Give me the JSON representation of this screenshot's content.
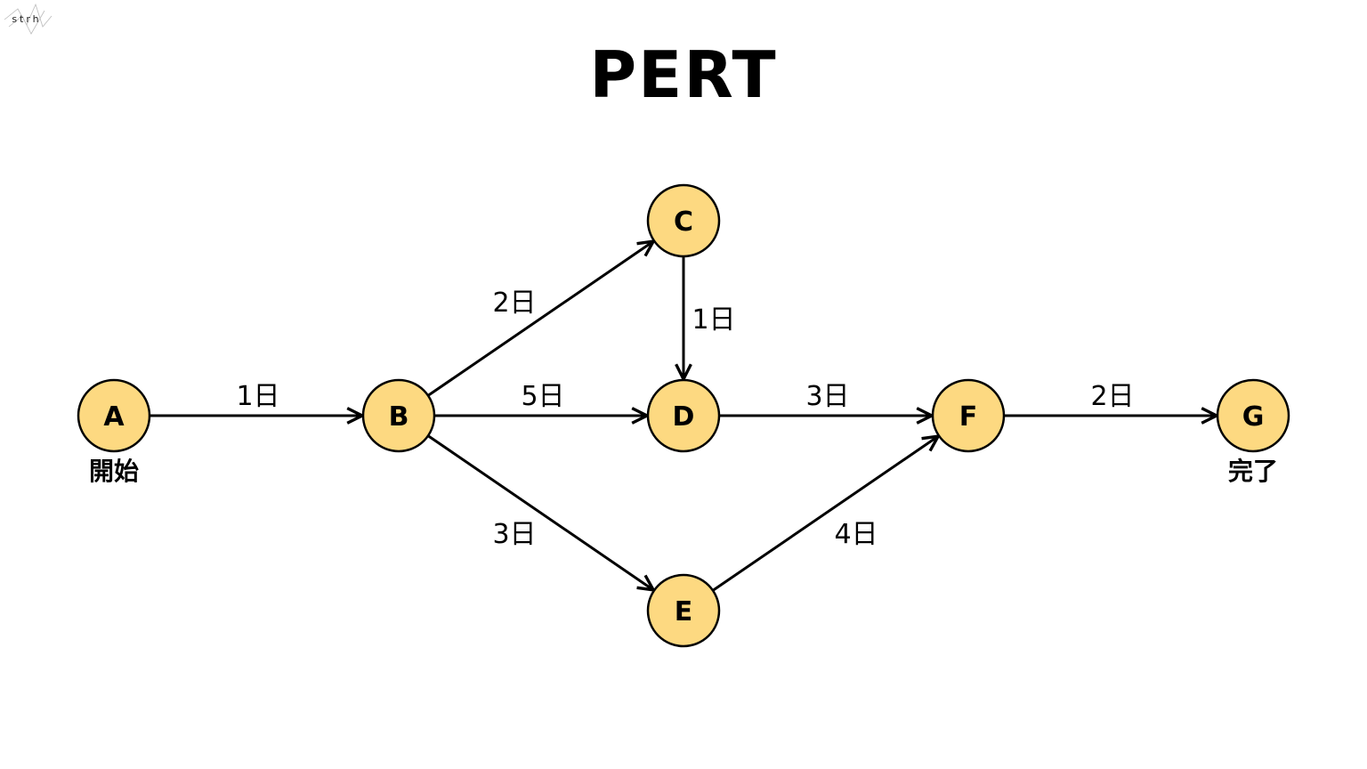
{
  "title": "PERT",
  "colors": {
    "node_fill": "#FDD981",
    "stroke": "#000000"
  },
  "nodes": [
    {
      "id": "A",
      "label": "A",
      "caption": "開始"
    },
    {
      "id": "B",
      "label": "B"
    },
    {
      "id": "C",
      "label": "C"
    },
    {
      "id": "D",
      "label": "D"
    },
    {
      "id": "E",
      "label": "E"
    },
    {
      "id": "F",
      "label": "F"
    },
    {
      "id": "G",
      "label": "G",
      "caption": "完了"
    }
  ],
  "edges": [
    {
      "from": "A",
      "to": "B",
      "label": "1日"
    },
    {
      "from": "B",
      "to": "C",
      "label": "2日"
    },
    {
      "from": "C",
      "to": "D",
      "label": "1日"
    },
    {
      "from": "B",
      "to": "D",
      "label": "5日"
    },
    {
      "from": "D",
      "to": "F",
      "label": "3日"
    },
    {
      "from": "B",
      "to": "E",
      "label": "3日"
    },
    {
      "from": "E",
      "to": "F",
      "label": "4日"
    },
    {
      "from": "F",
      "to": "G",
      "label": "2日"
    }
  ],
  "logo": "strh"
}
